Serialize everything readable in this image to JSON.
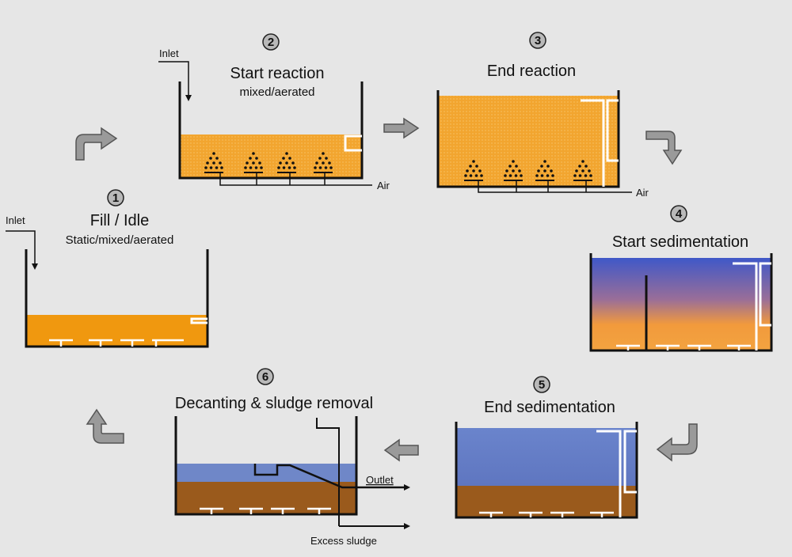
{
  "stages": [
    {
      "number": "1",
      "title": "Fill / Idle",
      "subtitle": "Static/mixed/aerated",
      "inlet": "Inlet"
    },
    {
      "number": "2",
      "title": "Start reaction",
      "subtitle": "mixed/aerated",
      "inlet": "Inlet",
      "air": "Air"
    },
    {
      "number": "3",
      "title": "End reaction",
      "air": "Air"
    },
    {
      "number": "4",
      "title": "Start sedimentation"
    },
    {
      "number": "5",
      "title": "End sedimentation"
    },
    {
      "number": "6",
      "title": "Decanting & sludge removal",
      "outlet": "Outlet",
      "sludge": "Excess sludge"
    }
  ],
  "colors": {
    "background": "#e6e6e6",
    "mixed_liquor": "#f0a030",
    "clear_water": "#6f87c8",
    "settled_sludge": "#9a5a1c",
    "arrow_fill": "#9a9a9a"
  }
}
